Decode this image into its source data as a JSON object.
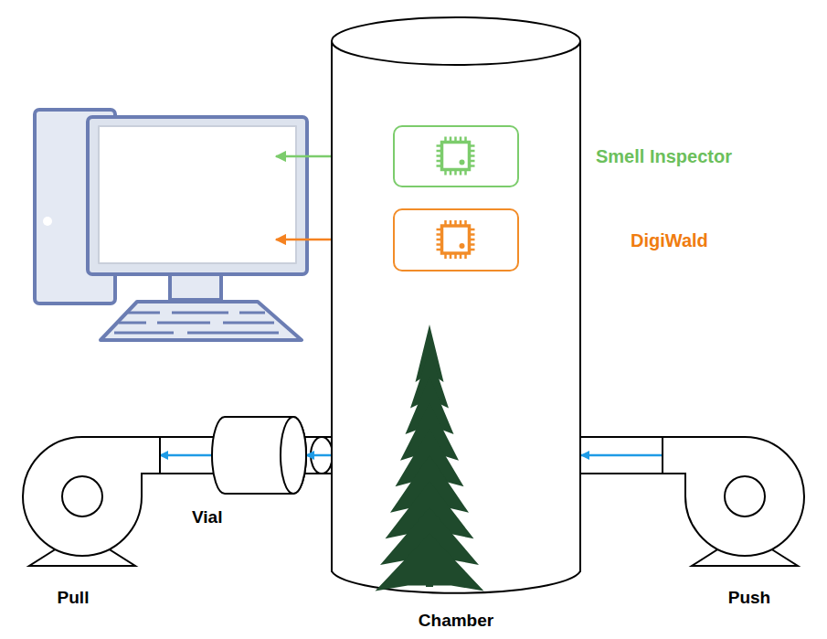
{
  "diagram": {
    "nodes": [
      {
        "text": [
          "Chamber"
        ]
      },
      {
        "text": [
          "Smell Inspector"
        ],
        "in": 0
      },
      {
        "text": [
          "DigiWald"
        ],
        "in": 0
      },
      {
        "text": [
          "Vial"
        ]
      },
      {
        "text": [
          "Pull"
        ]
      },
      {
        "text": [
          "Push"
        ]
      }
    ],
    "edges": [
      {
        "from": 5,
        "to": 0,
        "arrow": "to"
      },
      {
        "from": 0,
        "to": 3,
        "arrow": "to"
      },
      {
        "from": 3,
        "to": 4,
        "arrow": "to"
      }
    ]
  }
}
